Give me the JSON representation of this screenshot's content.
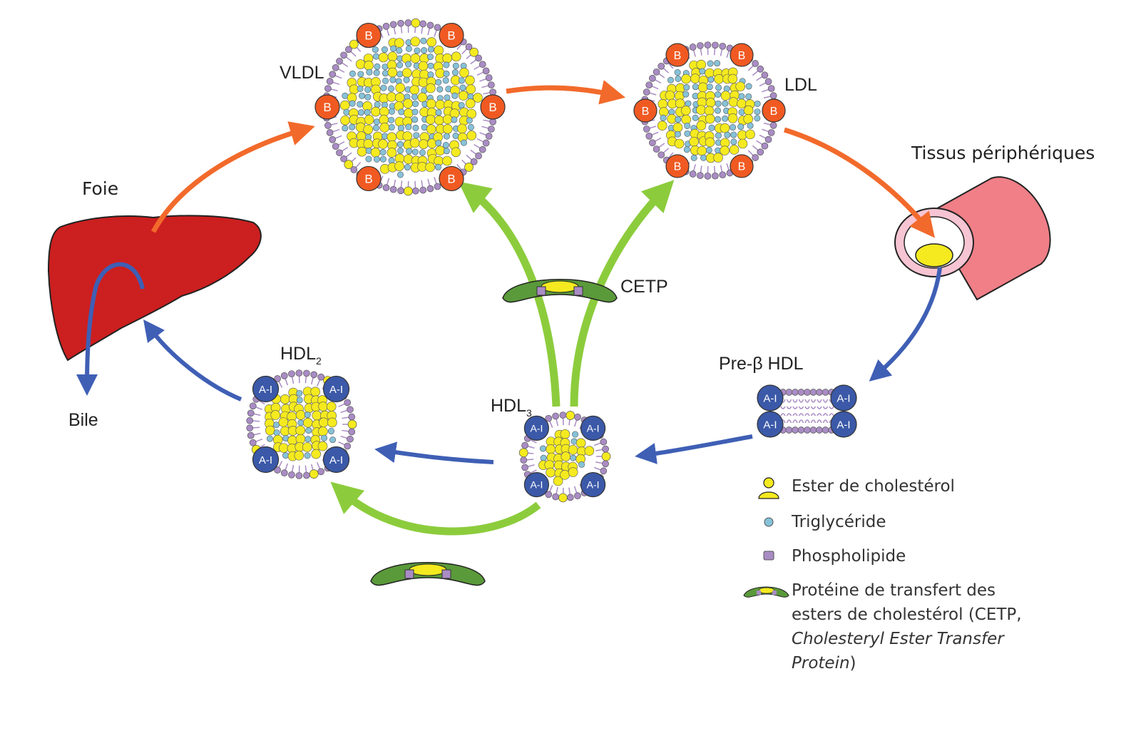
{
  "colors": {
    "liver": "#cc1f1f",
    "orange_arrow": "#f26a2b",
    "blue_arrow": "#3f5fb5",
    "green_arrow": "#8ccc3c",
    "cholesterol_ester": "#f4ea1f",
    "triglyceride": "#86c2d8",
    "phospholipid": "#a98cc4",
    "apoB": "#f05a22",
    "apoAI": "#3b59a8",
    "cetp": "#5a9a3a",
    "vessel": "#f07f87"
  },
  "labels": {
    "vldl": "VLDL",
    "ldl": "LDL",
    "tissues": "Tissus périphériques",
    "liver": "Foie",
    "bile": "Bile",
    "cetp": "CETP",
    "hdl2_main": "HDL",
    "hdl2_sub": "2",
    "hdl3_main": "HDL",
    "hdl3_sub": "3",
    "pre_beta_hdl": "Pre-β HDL",
    "apo_b": "B",
    "apo_ai": "A-I"
  },
  "legend": {
    "cholesterol_ester": "Ester de cholestérol",
    "triglyceride": "Triglycéride",
    "phospholipid": "Phospholipide",
    "cetp_line1": "Protéine de transfert des",
    "cetp_line2": "esters de cholestérol (CETP,",
    "cetp_line3": "Cholesteryl Ester Transfer",
    "cetp_line4_italic": "Protein",
    "cetp_line4_end": ")"
  }
}
